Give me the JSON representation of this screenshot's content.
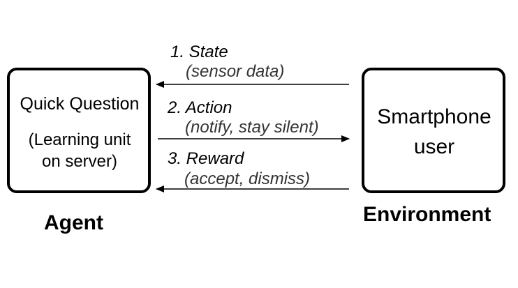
{
  "agent": {
    "title": "Quick Question",
    "subtitle_line1": "(Learning unit",
    "subtitle_line2": "on server)",
    "role_label": "Agent"
  },
  "environment": {
    "title_line1": "Smartphone",
    "title_line2": "user",
    "role_label": "Environment"
  },
  "steps": {
    "state": {
      "label": "1. State",
      "detail": "(sensor data)",
      "direction": "environment-to-agent"
    },
    "action": {
      "label": "2. Action",
      "detail": "(notify, stay silent)",
      "direction": "agent-to-environment"
    },
    "reward": {
      "label": "3. Reward",
      "detail": "(accept, dismiss)",
      "direction": "environment-to-agent"
    }
  },
  "colors": {
    "stroke": "#000000",
    "background": "#ffffff"
  }
}
